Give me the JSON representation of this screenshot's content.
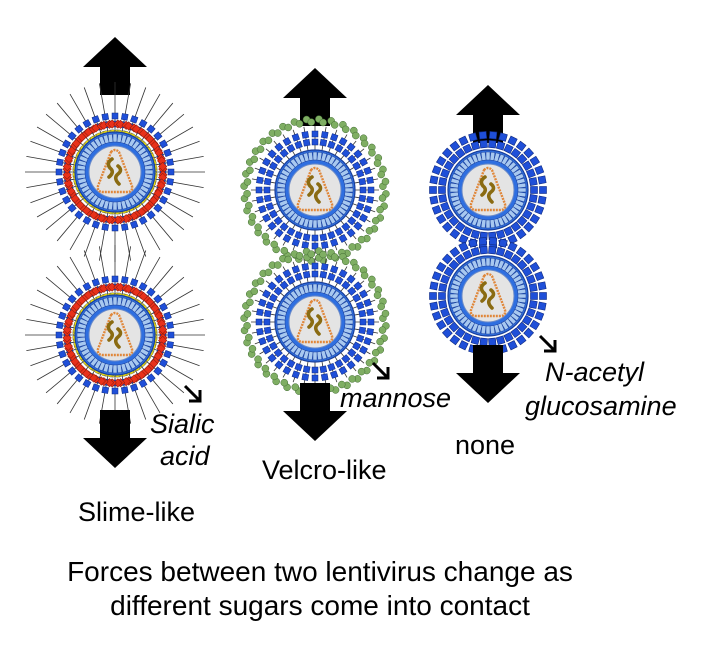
{
  "columns": [
    {
      "id": "sialic",
      "sugar_label_line1": "Sialic",
      "sugar_label_line2": "acid",
      "interaction_label": "Slime-like",
      "chain_colors": [
        "#1f4fd8",
        "#1f4fd8",
        "#7fae63",
        "#f2e200",
        "#e8311a"
      ],
      "chain_style": "branched"
    },
    {
      "id": "mannose",
      "sugar_label_line1": "mannose",
      "interaction_label": "Velcro-like",
      "chain_colors": [
        "#1f4fd8",
        "#1f4fd8",
        "#7fae63"
      ],
      "chain_style": "loop"
    },
    {
      "id": "glcnac",
      "sugar_label_line1": "N-acetyl",
      "sugar_label_line2": "glucosamine",
      "interaction_label": "none",
      "chain_colors": [
        "#1f4fd8"
      ],
      "chain_style": "short"
    }
  ],
  "caption": {
    "line1": "Forces between two lentivirus change as",
    "line2": "different sugars come into contact"
  },
  "colors": {
    "membrane_outer": "#2f6fe0",
    "membrane_inner": "#a7c8f0",
    "core_fill": "#e4e4e4",
    "capsid": "#e0873a",
    "genome": "#8a6b12",
    "arrow": "#000000"
  }
}
